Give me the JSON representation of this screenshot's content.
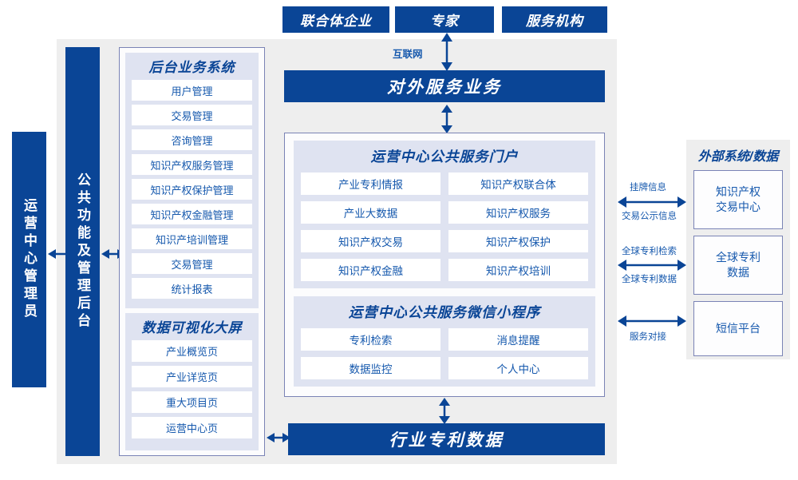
{
  "diagram": {
    "title": "IP Operation Center System Architecture",
    "colors": {
      "primary_blue": "#0a4596",
      "text_blue": "#1558ad",
      "panel_lavender": "#dfe3f1",
      "zone_gray": "#eeeeee",
      "border_blue_gray": "#7a83b5",
      "card_white": "#ffffff"
    }
  },
  "top_actors": [
    {
      "label": "联合体企业"
    },
    {
      "label": "专家"
    },
    {
      "label": "服务机构"
    }
  ],
  "internet_label": "互联网",
  "external_service_bar": {
    "label": "对外服务业务"
  },
  "industry_data_bar": {
    "label": "行业专利数据"
  },
  "left_rails": [
    {
      "label": "运营中心管理员"
    },
    {
      "label": "公共功能及管理后台"
    }
  ],
  "backoffice": {
    "title": "后台业务系统",
    "items": [
      {
        "label": "用户管理"
      },
      {
        "label": "交易管理"
      },
      {
        "label": "咨询管理"
      },
      {
        "label": "知识产权服务管理"
      },
      {
        "label": "知识产权保护管理"
      },
      {
        "label": "知识产权金融管理"
      },
      {
        "label": "知识产培训管理"
      },
      {
        "label": "交易管理"
      },
      {
        "label": "统计报表"
      }
    ]
  },
  "dataviz": {
    "title": "数据可视化大屏",
    "items": [
      {
        "label": "产业概览页"
      },
      {
        "label": "产业详览页"
      },
      {
        "label": "重大项目页"
      },
      {
        "label": "运营中心页"
      }
    ]
  },
  "portal": {
    "title": "运营中心公共服务门户",
    "items": [
      {
        "label": "产业专利情报"
      },
      {
        "label": "知识产权联合体"
      },
      {
        "label": "产业大数据"
      },
      {
        "label": "知识产权服务"
      },
      {
        "label": "知识产权交易"
      },
      {
        "label": "知识产权保护"
      },
      {
        "label": "知识产权金融"
      },
      {
        "label": "知识产权培训"
      }
    ]
  },
  "miniprogram": {
    "title": "运营中心公共服务微信小程序",
    "items": [
      {
        "label": "专利检索"
      },
      {
        "label": "消息提醒"
      },
      {
        "label": "数据监控"
      },
      {
        "label": "个人中心"
      }
    ]
  },
  "external": {
    "title": "外部系统/数据",
    "items": [
      {
        "label_line1": "知识产权",
        "label_line2": "交易中心"
      },
      {
        "label_line1": "全球专利",
        "label_line2": "数据"
      },
      {
        "label_line1": "短信平台",
        "label_line2": ""
      }
    ],
    "connector_labels": [
      {
        "above": "挂牌信息",
        "below": "交易公示信息"
      },
      {
        "above": "全球专利检索",
        "below": "全球专利数据"
      },
      {
        "above": "",
        "below": "服务对接"
      }
    ]
  }
}
